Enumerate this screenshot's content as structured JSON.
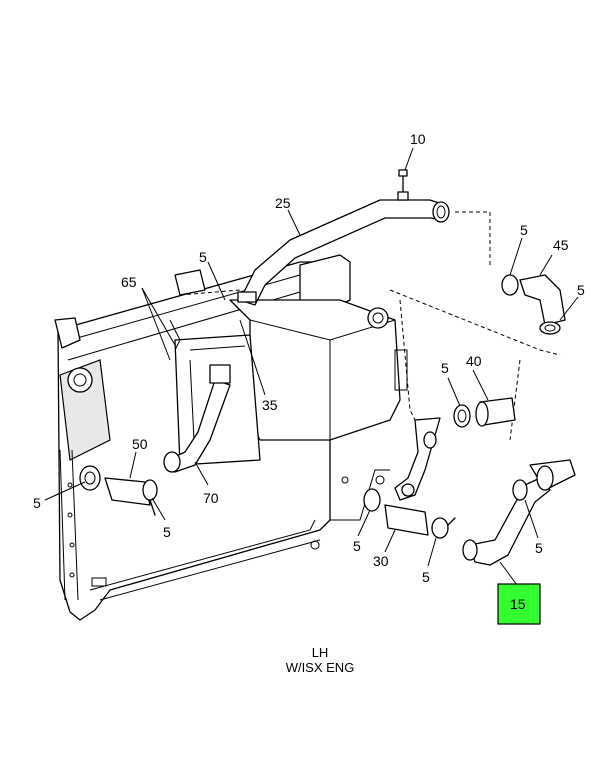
{
  "diagram": {
    "callouts": [
      {
        "id": "c10",
        "label": "10"
      },
      {
        "id": "c25",
        "label": "25"
      },
      {
        "id": "c5a",
        "label": "5"
      },
      {
        "id": "c45",
        "label": "45"
      },
      {
        "id": "c5b",
        "label": "5"
      },
      {
        "id": "c5c",
        "label": "5"
      },
      {
        "id": "c65",
        "label": "65"
      },
      {
        "id": "c35",
        "label": "35"
      },
      {
        "id": "c5d",
        "label": "5"
      },
      {
        "id": "c40",
        "label": "40"
      },
      {
        "id": "c50",
        "label": "50"
      },
      {
        "id": "c5e",
        "label": "5"
      },
      {
        "id": "c70",
        "label": "70"
      },
      {
        "id": "c5f",
        "label": "5"
      },
      {
        "id": "c5g",
        "label": "5"
      },
      {
        "id": "c30",
        "label": "30"
      },
      {
        "id": "c5h",
        "label": "5"
      },
      {
        "id": "c5i",
        "label": "5"
      },
      {
        "id": "c15",
        "label": "15"
      }
    ],
    "highlight_color": "#33ff33",
    "caption_line1": "LH",
    "caption_line2": "W/ISX ENG"
  }
}
